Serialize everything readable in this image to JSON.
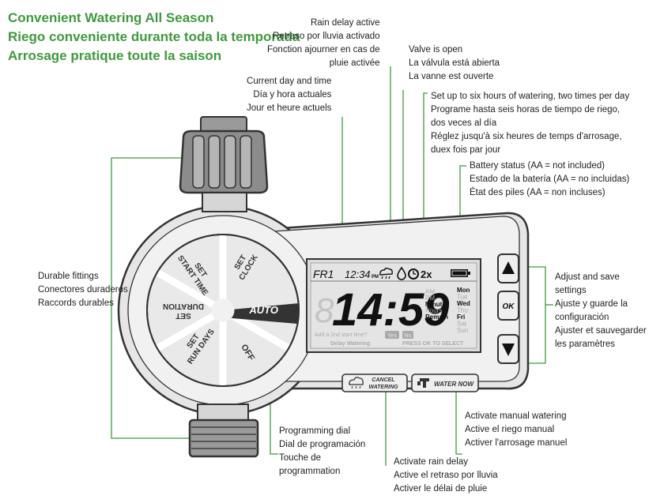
{
  "title": {
    "en": "Convenient Watering All Season",
    "es": "Riego conveniente durante toda la temporada",
    "fr": "Arrosage pratique toute la saison"
  },
  "callouts": {
    "fittings": [
      "Durable fittings",
      "Conectores duraderos",
      "Raccords durables"
    ],
    "day_time": [
      "Current day and time",
      "Día y hora actuales",
      "Jour et heure actuels"
    ],
    "rain_delay": [
      "Rain delay active",
      "Retraso por lluvia activado",
      "Fonction ajourner en cas de",
      "pluie activée"
    ],
    "valve": [
      "Valve is open",
      "La válvula está abierta",
      "La vanne est ouverte"
    ],
    "six_hours": [
      "Set up to six hours of watering, two times per day",
      "Programe hasta seis horas de tiempo de riego,",
      "dos veces al día",
      "Réglez jusqu'à six heures de temps d'arrosage,",
      "duex fois par jour"
    ],
    "battery": [
      "Battery status (AA = not included)",
      "Estado de la batería (AA = no incluidas)",
      "État des piles (AA = non incluses)"
    ],
    "adjust": [
      "Adjust and save",
      "settings",
      "Ajuste y guarde la",
      "configuración",
      "Ajuster et sauvegarder",
      "les paramètres"
    ],
    "dial": [
      "Programming dial",
      "Dial de programación",
      "Touche de",
      "programmation"
    ],
    "rain_btn": [
      "Activate rain delay",
      "Active el retraso por lluvia",
      "Activer le délai de pluie"
    ],
    "manual": [
      "Activate manual watering",
      "Active el riego manual",
      "Activer l'arrosage manuel"
    ]
  },
  "dial": {
    "set_clock": [
      "SET",
      "CLOCK"
    ],
    "start_time": [
      "SET",
      "START TIME"
    ],
    "duration": [
      "SET",
      "DURATION"
    ],
    "auto": "AUTO",
    "run_days": [
      "SET",
      "RUN DAYS"
    ],
    "off": "OFF"
  },
  "lcd": {
    "day": "FR1",
    "clock": "12:34",
    "pm": "PM",
    "freq": "2x",
    "digits": "14:59",
    "ampm": [
      "AM",
      "PM"
    ],
    "units_dim": "Hours",
    "units": [
      "Minutes",
      "Remain"
    ],
    "days": [
      {
        "name": "Mon",
        "on": true
      },
      {
        "name": "Tue",
        "on": false
      },
      {
        "name": "Wed",
        "on": true
      },
      {
        "name": "Thu",
        "on": false
      },
      {
        "name": "Fri",
        "on": true
      },
      {
        "name": "Sat",
        "on": false
      },
      {
        "name": "Sun",
        "on": false
      }
    ],
    "add_start": "Add a 2nd start time?",
    "yes": "Yes",
    "no": "No",
    "delay": "Delay Watering",
    "press_ok": "PRESS OK TO SELECT"
  },
  "buttons": {
    "ok": "OK",
    "cancel": [
      "CANCEL",
      "WATERING"
    ],
    "water_now": "WATER NOW"
  },
  "colors": {
    "leader": "#3e9a3e",
    "title": "#3e9a3e",
    "lcd_bg": "#dcdcdc",
    "auto_band": "#333333",
    "housing": "#e6e6e6"
  }
}
